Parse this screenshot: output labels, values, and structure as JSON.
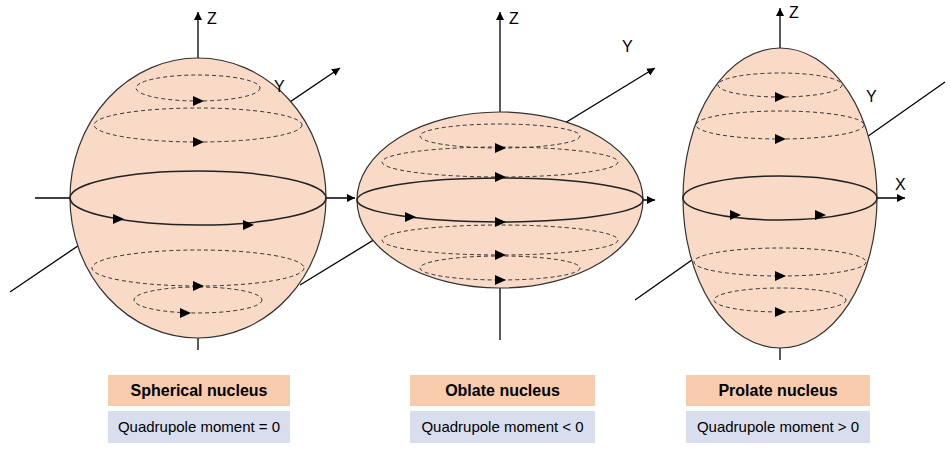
{
  "diagram": {
    "nodes": [
      {
        "text": [
          "Spherical nucleus",
          "Quadrupole moment = 0"
        ]
      },
      {
        "text": [
          "Oblate nucleus",
          "Quadrupole moment < 0"
        ]
      },
      {
        "text": [
          "Prolate nucleus",
          "Quadrupole moment > 0"
        ]
      }
    ],
    "labels": [
      "Z",
      "Y",
      "Z",
      "Y",
      "Z",
      "Y",
      "X"
    ]
  }
}
